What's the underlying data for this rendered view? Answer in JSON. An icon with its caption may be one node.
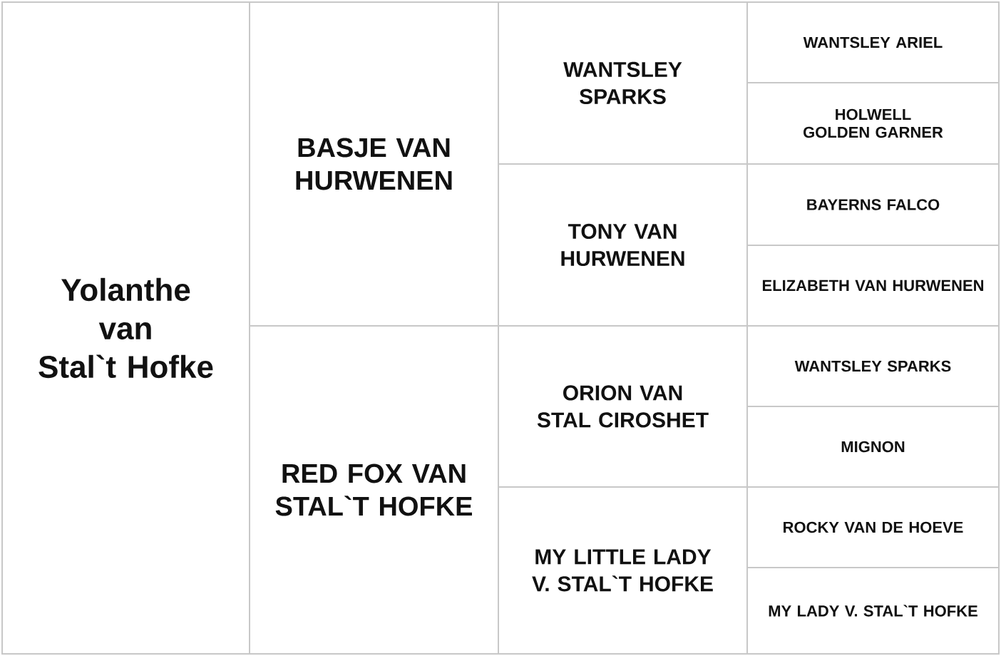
{
  "diagram": {
    "nodes": [
      {
        "text": [
          "Yolanthe van Stal`t Hofke"
        ]
      },
      {
        "text": [
          "BASJE VAN HURWENEN"
        ]
      },
      {
        "text": [
          "WANTSLEY SPARKS"
        ]
      },
      {
        "text": [
          "WANTSLEY ARIEL"
        ]
      },
      {
        "text": [
          "HOLWELL GOLDEN GARNER"
        ]
      },
      {
        "text": [
          "TONY VAN HURWENEN"
        ]
      },
      {
        "text": [
          "BAYERNS FALCO"
        ]
      },
      {
        "text": [
          "ELIZABETH VAN HURWENEN"
        ]
      },
      {
        "text": [
          "RED FOX VAN STAL`T HOFKE"
        ]
      },
      {
        "text": [
          "ORION VAN STAL CIROSHET"
        ]
      },
      {
        "text": [
          "WANTSLEY SPARKS"
        ]
      },
      {
        "text": [
          "MIGNON"
        ]
      },
      {
        "text": [
          "MY LITTLE LADY V. STAL`T HOFKE"
        ]
      },
      {
        "text": [
          "ROCKY VAN DE HOEVE"
        ]
      },
      {
        "text": [
          "MY LADY V. STAL`T HOFKE"
        ]
      }
    ]
  }
}
